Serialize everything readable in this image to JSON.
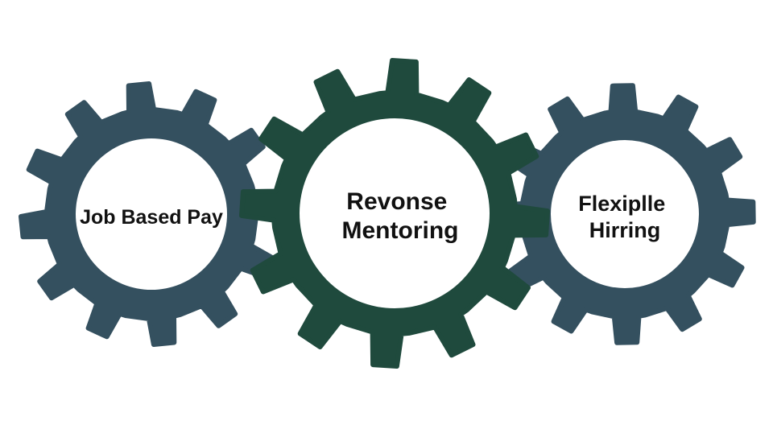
{
  "colors": {
    "background": "#ffffff",
    "gear_left": "#34505f",
    "gear_center": "#1f4a3d",
    "gear_right": "#34505f",
    "gear_hub": "#ffffff",
    "label_text": "#111111"
  },
  "gears": [
    {
      "name": "job-based-pay",
      "lines": [
        "Job Based Pay"
      ]
    },
    {
      "name": "revonse-mentoring",
      "lines": [
        "Revonse",
        "Mentoring"
      ]
    },
    {
      "name": "flexiplle-hirring",
      "lines": [
        "Flexiplle",
        "Hirring"
      ]
    }
  ]
}
